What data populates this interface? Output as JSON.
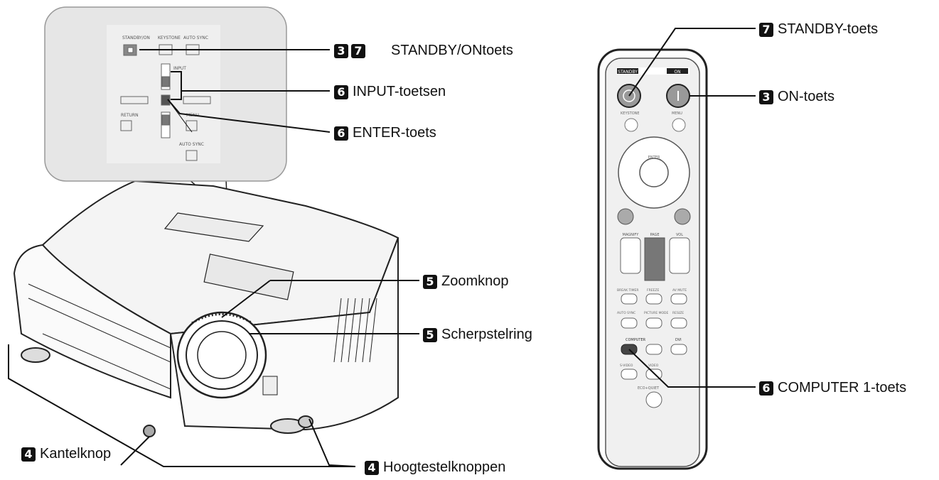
{
  "panel_labels": {
    "standby_on": "STANDBY/ON",
    "keystone": "KEYSTONE",
    "auto_sync": "AUTO SYNC",
    "input": "INPUT",
    "return": "RETURN",
    "menu": "MENU",
    "auto_sync_small": "AUTO SYNC"
  },
  "remote_labels": {
    "standby": "STANDBY",
    "on": "ON",
    "keystone": "KEYSTONE",
    "menu": "MENU",
    "enter": "ENTER",
    "magnify": "MAGNIFY",
    "page": "PAGE",
    "vol": "VOL",
    "break_timer": "BREAK TIMER",
    "freeze": "FREEZE",
    "av_mute": "AV MUTE",
    "auto_sync": "AUTO SYNC",
    "picture_mode": "PICTURE MODE",
    "resize": "RESIZE",
    "computer": "COMPUTER",
    "dvi": "DVI",
    "s_video": "S-VIDEO",
    "video": "VIDEO",
    "eco_quiet": "ECO+QUIET"
  },
  "callouts": {
    "standby_on": {
      "nums": [
        "3",
        "7"
      ],
      "text": "STANDBY/ONtoets"
    },
    "input": {
      "nums": [
        "6"
      ],
      "text": "INPUT-toetsen"
    },
    "enter": {
      "nums": [
        "6"
      ],
      "text": "ENTER-toets"
    },
    "zoom": {
      "nums": [
        "5"
      ],
      "text": "Zoomknop"
    },
    "focus": {
      "nums": [
        "5"
      ],
      "text": "Scherpstelring"
    },
    "tilt": {
      "nums": [
        "4"
      ],
      "text": "Kantelknop"
    },
    "height": {
      "nums": [
        "4"
      ],
      "text": "Hoogtestelknoppen"
    },
    "standby": {
      "nums": [
        "7"
      ],
      "text": "STANDBY-toets"
    },
    "on": {
      "nums": [
        "3"
      ],
      "text": "ON-toets"
    },
    "computer1": {
      "nums": [
        "6"
      ],
      "text": "COMPUTER 1-toets"
    }
  }
}
